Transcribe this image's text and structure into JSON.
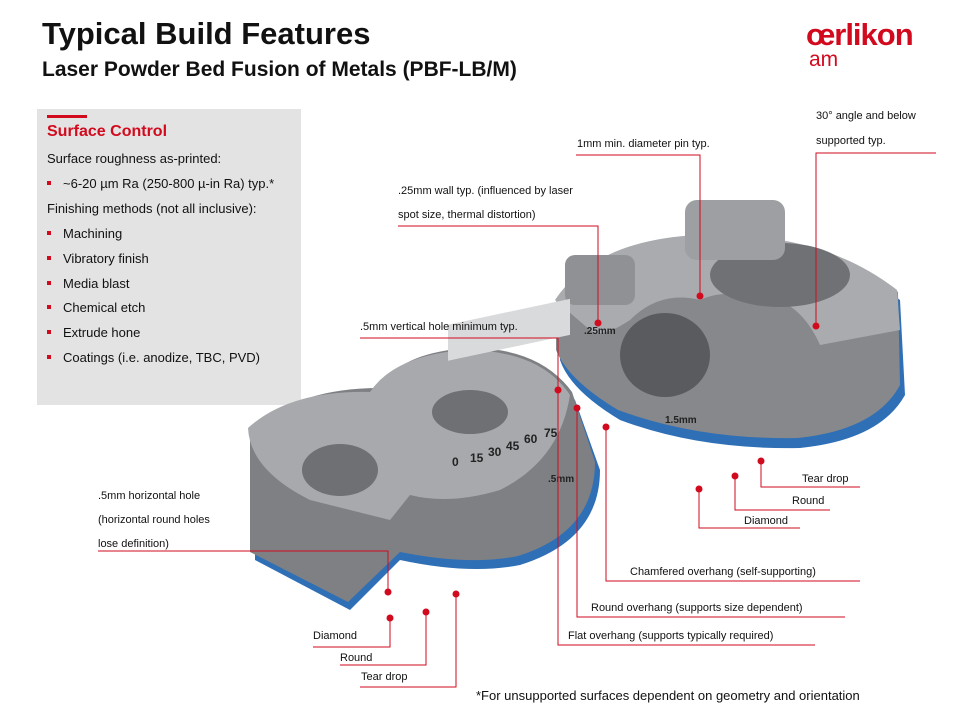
{
  "header": {
    "title": "Typical Build Features",
    "subtitle": "Laser Powder Bed Fusion of Metals (PBF-LB/M)"
  },
  "logo": {
    "brand": "œrlikon",
    "sub": "am"
  },
  "panel": {
    "heading": "Surface Control",
    "roughness_label": "Surface roughness as-printed:",
    "roughness_value": "~6-20 µm Ra (250-800 µ-in Ra) typ.*",
    "finishing_label": "Finishing methods (not all inclusive):",
    "methods": [
      "Machining",
      "Vibratory finish",
      "Media blast",
      "Chemical etch",
      "Extrude hone",
      "Coatings (i.e. anodize, TBC, PVD)"
    ]
  },
  "part_markings": {
    "angles": [
      "0",
      "15",
      "30",
      "45",
      "60",
      "75"
    ],
    "thickness_left": ".5mm",
    "thickness_right": "1.5mm",
    "wall": ".25mm"
  },
  "callouts": {
    "angle_1": "30° angle and below",
    "angle_2": "supported typ.",
    "pin": "1mm min. diameter pin typ.",
    "wall_1": ".25mm wall typ. (influenced by laser",
    "wall_2": "spot size, thermal distortion)",
    "vhole": ".5mm vertical hole minimum typ.",
    "hhole_1": ".5mm horizontal hole",
    "hhole_2": "(horizontal round holes",
    "hhole_3": "lose definition)",
    "diamond_left": "Diamond",
    "round_left": "Round",
    "teardrop_left": "Tear drop",
    "teardrop_right": "Tear drop",
    "round_right": "Round",
    "diamond_right": "Diamond",
    "chamfered": "Chamfered overhang  (self-supporting)",
    "round_overhang": "Round overhang  (supports size dependent)",
    "flat_overhang": "Flat overhang  (supports typically required)"
  },
  "footnote": "*For unsupported surfaces dependent on geometry and orientation",
  "colors": {
    "accent": "#d20a1e",
    "panel_bg": "#e3e3e3",
    "part": "#9c9ea1",
    "edge": "#2f6fb6"
  }
}
